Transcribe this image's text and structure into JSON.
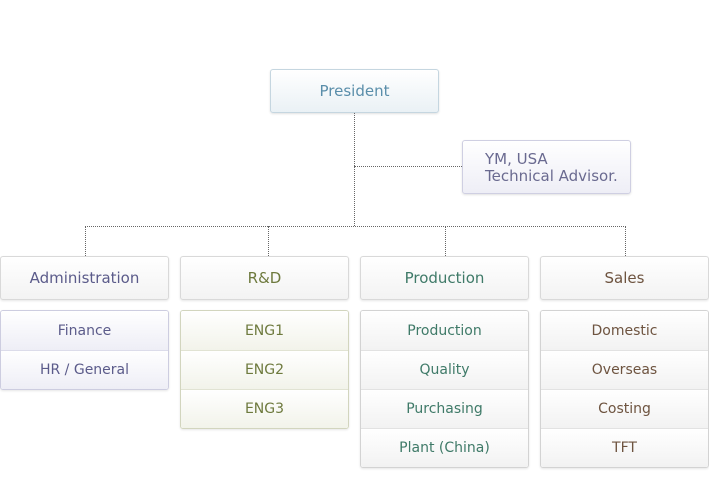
{
  "president": {
    "label": "President"
  },
  "advisor": {
    "line1": "YM, USA",
    "line2": "Technical Advisor."
  },
  "departments": [
    {
      "name": "Administration",
      "items": [
        "Finance",
        "HR / General"
      ]
    },
    {
      "name": "R&D",
      "items": [
        "ENG1",
        "ENG2",
        "ENG3"
      ]
    },
    {
      "name": "Production",
      "items": [
        "Production",
        "Quality",
        "Purchasing",
        "Plant (China)"
      ]
    },
    {
      "name": "Sales",
      "items": [
        "Domestic",
        "Overseas",
        "Costing",
        "TFT"
      ]
    }
  ],
  "colors": {
    "president": "#5a8eaa",
    "advisor": "#6a6a90",
    "administration": "#5b5b8a",
    "rnd": "#6e7a3e",
    "production": "#3f7a68",
    "sales": "#6e5440"
  }
}
